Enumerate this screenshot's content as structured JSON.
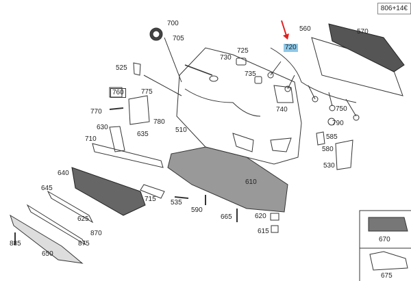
{
  "header": {
    "ref": "806+14€"
  },
  "parts": [
    {
      "id": "p700",
      "label": "700"
    },
    {
      "id": "p705",
      "label": "705"
    },
    {
      "id": "p720",
      "label": "720",
      "highlight": true
    },
    {
      "id": "p560",
      "label": "560"
    },
    {
      "id": "p570",
      "label": "570"
    },
    {
      "id": "p730",
      "label": "730"
    },
    {
      "id": "p725",
      "label": "725"
    },
    {
      "id": "p735",
      "label": "735"
    },
    {
      "id": "p525",
      "label": "525"
    },
    {
      "id": "p760",
      "label": "760",
      "boxed": true
    },
    {
      "id": "p775",
      "label": "775"
    },
    {
      "id": "p770",
      "label": "770"
    },
    {
      "id": "p780",
      "label": "780"
    },
    {
      "id": "p740",
      "label": "740"
    },
    {
      "id": "p750",
      "label": "750"
    },
    {
      "id": "p790",
      "label": "790"
    },
    {
      "id": "p630",
      "label": "630"
    },
    {
      "id": "p635",
      "label": "635"
    },
    {
      "id": "p510",
      "label": "510"
    },
    {
      "id": "p585",
      "label": "585"
    },
    {
      "id": "p580",
      "label": "580"
    },
    {
      "id": "p710",
      "label": "710"
    },
    {
      "id": "p530",
      "label": "530"
    },
    {
      "id": "p640",
      "label": "640"
    },
    {
      "id": "p610",
      "label": "610"
    },
    {
      "id": "p645",
      "label": "645"
    },
    {
      "id": "p715",
      "label": "715"
    },
    {
      "id": "p535",
      "label": "535"
    },
    {
      "id": "p590",
      "label": "590"
    },
    {
      "id": "p625",
      "label": "625"
    },
    {
      "id": "p665",
      "label": "665"
    },
    {
      "id": "p620",
      "label": "620"
    },
    {
      "id": "p615",
      "label": "615"
    },
    {
      "id": "p870",
      "label": "870"
    },
    {
      "id": "p875",
      "label": "875"
    },
    {
      "id": "p885",
      "label": "885"
    },
    {
      "id": "p650",
      "label": "650"
    },
    {
      "id": "p670",
      "label": "670"
    },
    {
      "id": "p675",
      "label": "675"
    }
  ],
  "colors": {
    "highlight": "#8ec8e8",
    "arrow": "#e02020",
    "line": "#333333"
  }
}
